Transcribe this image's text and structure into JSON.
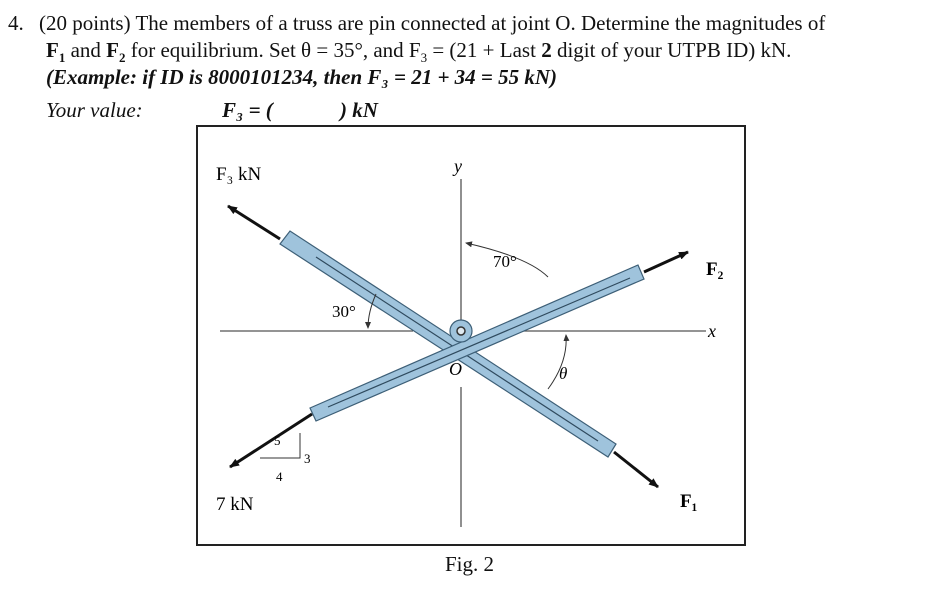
{
  "problem": {
    "number": "4.",
    "points": "(20 points)",
    "line1_rest": " The members of a truss are pin connected at joint O. Determine the magnitudes of",
    "f1": "F",
    "f1_sub": "1",
    "and": " and ",
    "f2": "F",
    "f2_sub": "2",
    "line2_rest_a": " for equilibrium. Set θ = 35°, and F",
    "f3_sub": "3",
    "line2_rest_b": " = (21 + Last ",
    "bold_two": "2",
    "line2_rest_c": " digit of your UTPB ID) kN.",
    "example": "(Example: if ID is 8000101234, then F₃ = 21 + 34 = 55 kN)",
    "your_value_label": "Your value:",
    "f3_input_prefix": "F₃ = (",
    "f3_input_suffix": ") kN",
    "f3_input_value": ""
  },
  "figure": {
    "caption": "Fig. 2",
    "labels": {
      "f3": "F₃ kN",
      "f2": "F₂",
      "f1": "F₁",
      "seven_kn": "7 kN",
      "y_axis": "y",
      "x_axis": "x",
      "origin": "O",
      "angle_70": "70°",
      "angle_30": "30°",
      "theta": "θ",
      "tri_5": "5",
      "tri_3": "3",
      "tri_4": "4"
    },
    "colors": {
      "member_fill": "#9fc3dc",
      "member_edge": "#3d5f77",
      "axis": "#555555",
      "arrow": "#111111"
    }
  }
}
